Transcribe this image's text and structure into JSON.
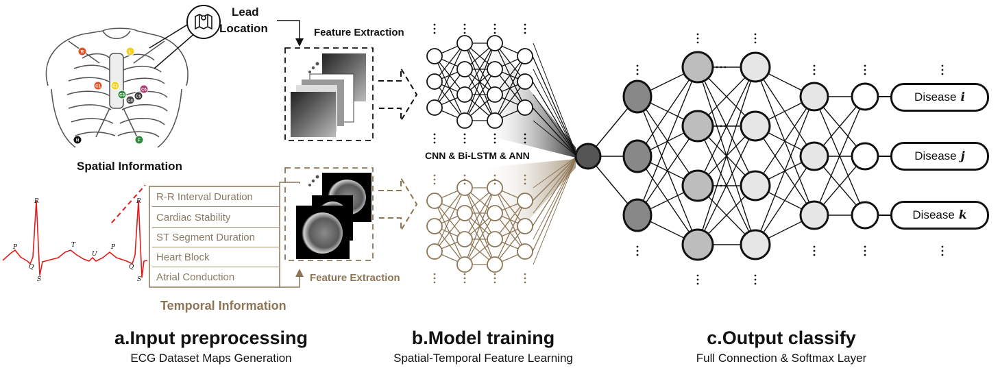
{
  "lead_location": {
    "line1": "Lead",
    "line2": "Location"
  },
  "feature_extraction_top": "Feature Extraction",
  "feature_extraction_bottom": "Feature Extraction",
  "spatial_label": "Spatial  Information",
  "temporal_label": "Temporal Information",
  "temporal_features": [
    "R-R Interval Duration",
    "Cardiac Stability",
    "ST Segment Duration",
    "Heart Block",
    "Atrial Conduction"
  ],
  "electrodes": [
    {
      "label": "R",
      "color": "#e0542a"
    },
    {
      "label": "L",
      "color": "#f2d21c"
    },
    {
      "label": "C1",
      "color": "#e0542a"
    },
    {
      "label": "C2",
      "color": "#f2d21c"
    },
    {
      "label": "C3",
      "color": "#2f8a3a"
    },
    {
      "label": "C4",
      "color": "#444444"
    },
    {
      "label": "C5",
      "color": "#333333"
    },
    {
      "label": "C6",
      "color": "#b03a72"
    },
    {
      "label": "N",
      "color": "#111111"
    },
    {
      "label": "F",
      "color": "#2f8a3a"
    }
  ],
  "ecg_labels": {
    "P": "P",
    "Q": "Q",
    "R": "R",
    "S": "S",
    "T": "T",
    "U": "U"
  },
  "model_label": "CNN & Bi-LSTM & ANN",
  "sections": {
    "a_title": "a.Input preprocessing",
    "a_sub": "ECG Dataset Maps Generation",
    "b_title": "b.Model training",
    "b_sub": "Spatial-Temporal Feature Learning",
    "c_title": "c.Output classify",
    "c_sub": "Full Connection & Softmax Layer"
  },
  "diseases": [
    {
      "name": "Disease",
      "var": "i"
    },
    {
      "name": "Disease",
      "var": "j"
    },
    {
      "name": "Disease",
      "var": "k"
    }
  ],
  "colors": {
    "spatial_net": "#111111",
    "temporal_net": "#8c7555",
    "hub_fill": "#555555",
    "dark_node": "#888888",
    "mid_node": "#bdbdbd",
    "light_node": "#e6e6e6",
    "ecg_line": "#e11a1a"
  }
}
